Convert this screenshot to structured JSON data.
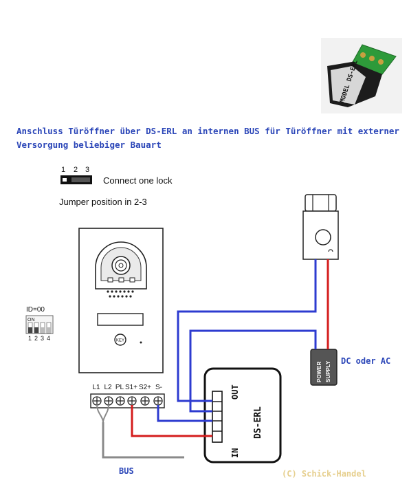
{
  "heading": {
    "line1": "Anschluss Türöffner über DS-ERL an internen BUS für Türöffner mit externer",
    "line2": "Versorgung beliebiger Bauart"
  },
  "jumper": {
    "numbers": [
      "1",
      "2",
      "3"
    ],
    "connect_label": "Connect one lock",
    "position_label": "Jumper position in",
    "position_value": "2-3"
  },
  "dip": {
    "id_label": "ID=00",
    "on_label": "ON",
    "numbers": [
      "1",
      "2",
      "3",
      "4"
    ]
  },
  "doorstation": {
    "button_label": "KEY"
  },
  "terminals": [
    "L1",
    "L2",
    "PL",
    "S1+",
    "S2+",
    "S-"
  ],
  "module": {
    "out_label": "OUT",
    "in_label": "IN",
    "name": "DS-ERL"
  },
  "photo": {
    "label": "MODEL DS-ERL"
  },
  "power": {
    "line1": "POWER",
    "line2": "SUPPLY",
    "label": "DC oder AC"
  },
  "bus_label": "BUS",
  "copyright": "(C) Schick-Handel",
  "colors": {
    "wire_blue": "#2d3bd0",
    "wire_red": "#d41c1c",
    "wire_gray": "#8a8a8a",
    "heading_blue": "#2b46b8",
    "copyright": "#e6cf8e"
  }
}
